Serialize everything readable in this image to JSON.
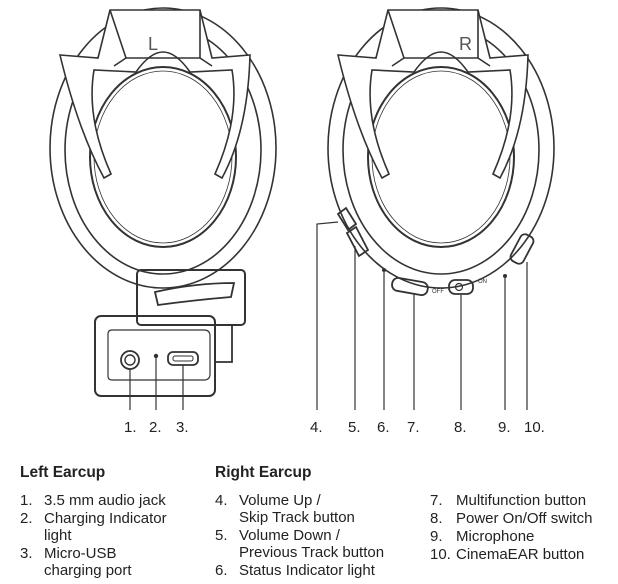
{
  "earcups": {
    "left_letter": "L",
    "right_letter": "R",
    "off_label": "OFF",
    "on_label": "ON"
  },
  "callouts": {
    "left": [
      "1.",
      "2.",
      "3."
    ],
    "right": [
      "4.",
      "5.",
      "6.",
      "7.",
      "8.",
      "9.",
      "10."
    ]
  },
  "legend": {
    "left": {
      "title": "Left Earcup",
      "items": [
        {
          "num": "1.",
          "text": "3.5 mm audio jack"
        },
        {
          "num": "2.",
          "text": "Charging Indicator\nlight"
        },
        {
          "num": "3.",
          "text": "Micro-USB\ncharging port"
        }
      ]
    },
    "right": {
      "title": "Right Earcup",
      "col1": [
        {
          "num": "4.",
          "text": "Volume Up /\nSkip Track button"
        },
        {
          "num": "5.",
          "text": "Volume Down /\nPrevious Track button"
        },
        {
          "num": "6.",
          "text": "Status Indicator light"
        }
      ],
      "col2": [
        {
          "num": "7.",
          "text": "Multifunction button"
        },
        {
          "num": "8.",
          "text": "Power On/Off switch"
        },
        {
          "num": "9.",
          "text": "Microphone"
        },
        {
          "num": "10.",
          "text": "CinemaEAR button"
        }
      ]
    }
  }
}
